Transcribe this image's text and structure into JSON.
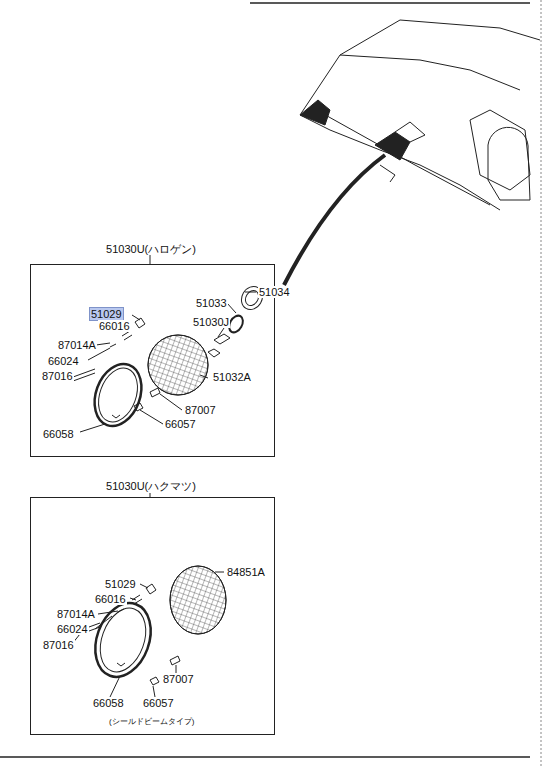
{
  "diagram": {
    "nodes": [
      {
        "text": [
          "51030U(ハロゲン)"
        ]
      },
      {
        "text": [
          "51030U(ハクマツ)",
          "(シールドビームタイプ)"
        ]
      }
    ],
    "labels": [
      "51034",
      "51029",
      "51033",
      "66016",
      "51030J",
      "87014A",
      "66024",
      "87016",
      "51032A",
      "87007",
      "66057",
      "66058",
      "51029",
      "84851A",
      "66016",
      "87014A",
      "66024",
      "87016",
      "87007",
      "66058",
      "66057"
    ]
  }
}
